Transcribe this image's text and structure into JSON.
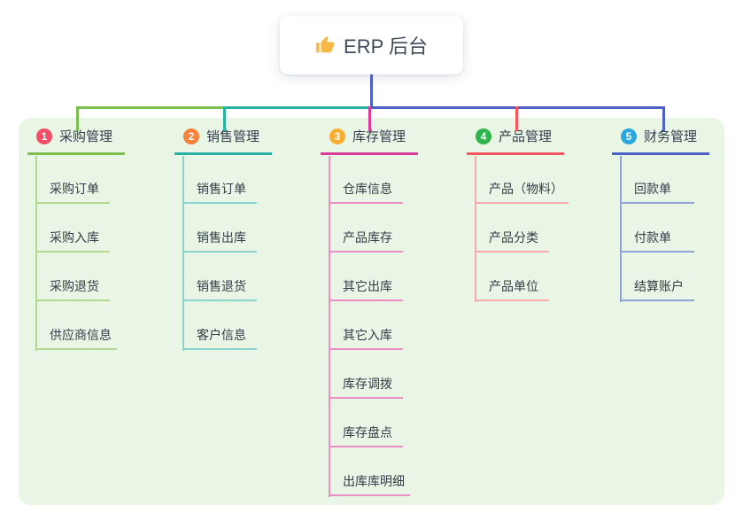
{
  "root": {
    "title": "ERP 后台",
    "icon": "thumbs-up-icon",
    "icon_color": "#F7B945"
  },
  "colors": {
    "canvas_bg": "#FFFFFF",
    "panel_bg": "#E9F6E5",
    "root_line": "#4C60C6"
  },
  "branches": [
    {
      "index": "1",
      "label": "采购管理",
      "badge_color": "#F44E67",
      "line_color": "#7CBE4D",
      "child_line_color": "#B2D98E",
      "items": [
        "采购订单",
        "采购入库",
        "采购退货",
        "供应商信息"
      ]
    },
    {
      "index": "2",
      "label": "销售管理",
      "badge_color": "#F8823D",
      "line_color": "#27B2A4",
      "child_line_color": "#8AD5CB",
      "items": [
        "销售订单",
        "销售出库",
        "销售退货",
        "客户信息"
      ]
    },
    {
      "index": "3",
      "label": "库存管理",
      "badge_color": "#FBAD31",
      "line_color": "#DB3A9D",
      "child_line_color": "#EC8FC6",
      "items": [
        "仓库信息",
        "产品库存",
        "其它出库",
        "其它入库",
        "库存调拨",
        "库存盘点",
        "出库库明细"
      ]
    },
    {
      "index": "4",
      "label": "产品管理",
      "badge_color": "#2EB44B",
      "line_color": "#F6575E",
      "child_line_color": "#F9A9AC",
      "items": [
        "产品（物料）",
        "产品分类",
        "产品单位"
      ]
    },
    {
      "index": "5",
      "label": "财务管理",
      "badge_color": "#2BA6DE",
      "line_color": "#4C60C6",
      "child_line_color": "#8FA3D9",
      "items": [
        "回款单",
        "付款单",
        "结算账户"
      ]
    }
  ]
}
